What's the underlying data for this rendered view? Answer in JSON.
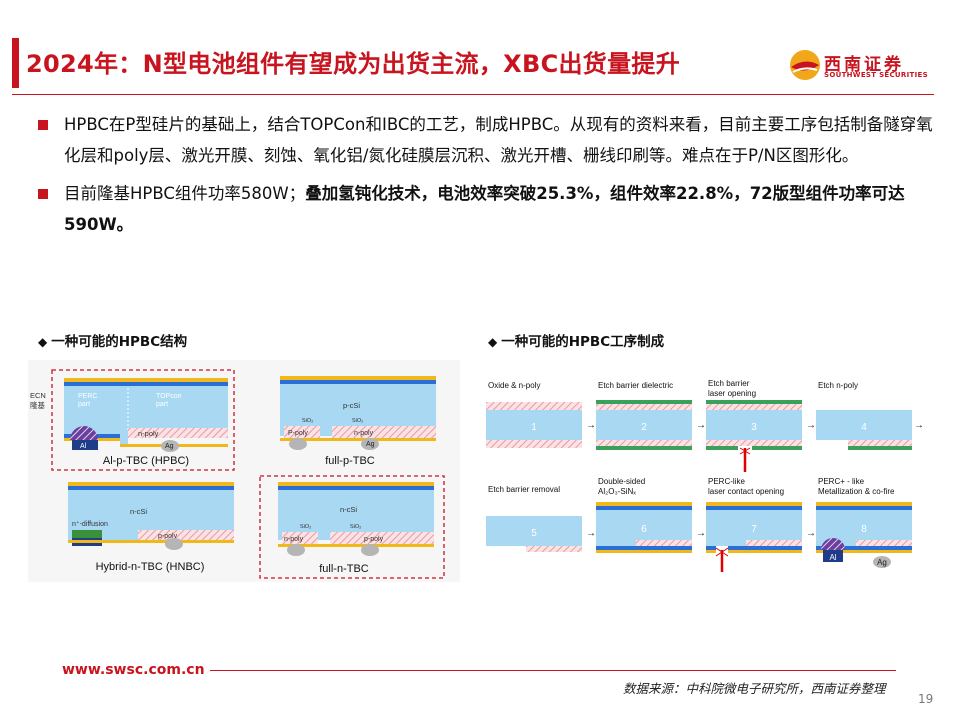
{
  "header": {
    "title": "2024年：N型电池组件有望成为出货主流，XBC出货量提升",
    "logo_cn": "西南证券",
    "logo_en": "SOUTHWEST SECURITIES"
  },
  "bullets": [
    {
      "text": "HPBC在P型硅片的基础上，结合TOPCon和IBC的工艺，制成HPBC。从现有的资料来看，目前主要工序包括制备隧穿氧化层和poly层、激光开膜、刻蚀、氧化铝/氮化硅膜层沉积、激光开槽、栅线印刷等。难点在于P/N区图形化。"
    },
    {
      "text_normal": "目前隆基HPBC组件功率580W；",
      "text_bold": "叠加氢钝化技术，电池效率突破25.3%，组件效率22.8%，72版型组件功率可达590W。"
    }
  ],
  "figure1": {
    "heading": "一种可能的HPBC结构",
    "side_label_1": "ECN",
    "side_label_2": "隆基",
    "cells": [
      {
        "caption": "Al-p-TBC (HPBC)",
        "label_a": "PERC",
        "label_a2": "part",
        "label_b": "TOPcon",
        "label_b2": "part",
        "metal_1": "Al",
        "layer": "n-poly",
        "metal_2": "Ag"
      },
      {
        "caption": "full-p-TBC",
        "bulk": "p-cSi",
        "oxide_1": "SiO₂",
        "oxide_2": "SiO₂",
        "layer_1": "P-poly",
        "layer_2": "n-poly",
        "metal_2": "Ag"
      },
      {
        "caption": "Hybrid-n-TBC (HNBC)",
        "bulk": "n-cSi",
        "diffusion": "n⁺-diffusion",
        "layer": "p-poly"
      },
      {
        "caption": "full-n-TBC",
        "bulk": "n-cSi",
        "oxide_1": "SiO₂",
        "oxide_2": "SiO₂",
        "layer_1": "n-poly",
        "layer_2": "p-poly"
      }
    ]
  },
  "figure2": {
    "heading": "一种可能的HPBC工序制成",
    "steps": [
      {
        "num": "1",
        "label_1": "Oxide & n-poly",
        "label_2": ""
      },
      {
        "num": "2",
        "label_1": "Etch barrier dielectric",
        "label_2": ""
      },
      {
        "num": "3",
        "label_1": "Etch barrier",
        "label_2": "laser opening"
      },
      {
        "num": "4",
        "label_1": "Etch n-poly",
        "label_2": ""
      },
      {
        "num": "5",
        "label_1": "Etch barrier removal",
        "label_2": ""
      },
      {
        "num": "6",
        "label_1": "Double-sided",
        "label_2": "Al₂O₃-SiNₓ"
      },
      {
        "num": "7",
        "label_1": "PERC-like",
        "label_2": "laser contact opening"
      },
      {
        "num": "8",
        "label_1": "PERC+ - like",
        "label_2": "Metallization & co-fire"
      }
    ],
    "metal_al": "Al",
    "metal_ag": "Ag"
  },
  "footer": {
    "url": "www.swsc.com.cn",
    "source": "数据来源：中科院微电子研究所，西南证券整理",
    "page": "19"
  },
  "colors": {
    "brand_red": "#c8141e",
    "silicon_blue": "#a9d8f3",
    "poly_pink": "#f2c4c8",
    "gold_layer": "#f0b81a",
    "al_navy": "#1f3c88"
  }
}
